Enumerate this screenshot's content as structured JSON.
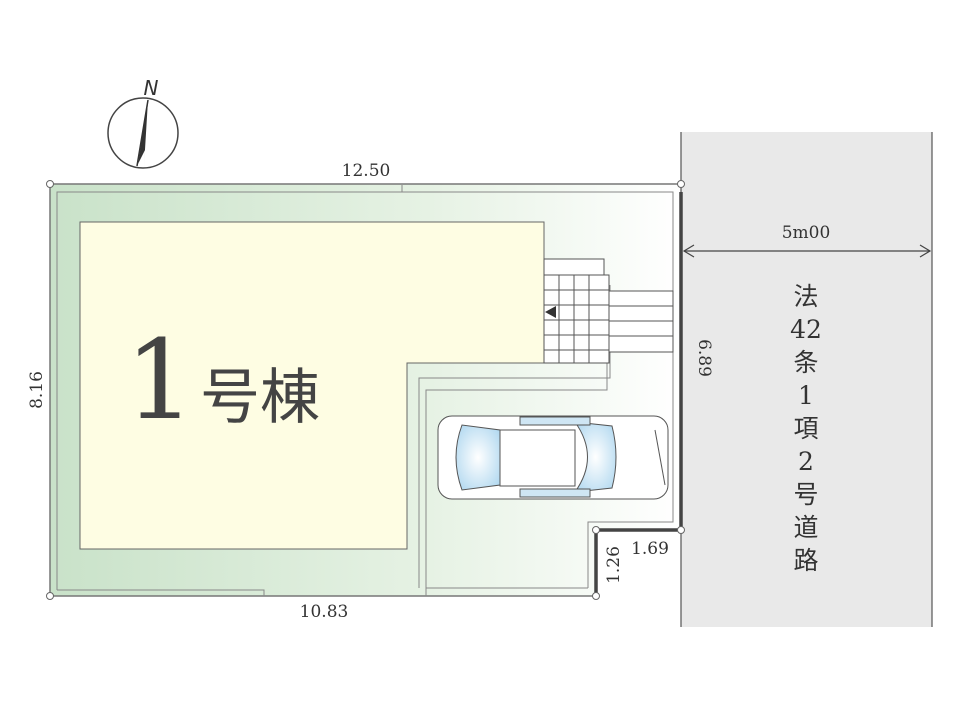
{
  "compass": {
    "label": "N"
  },
  "building": {
    "number": "1",
    "label": "号棟"
  },
  "dimensions": {
    "top": "12.50",
    "left": "8.16",
    "bottom": "10.83",
    "right": "6.89",
    "notch_horizontal": "1.69",
    "notch_vertical": "1.26",
    "road_width": "5m00"
  },
  "road": {
    "chars": [
      "法",
      "42",
      "条",
      "1",
      "項",
      "2",
      "号",
      "道",
      "路"
    ]
  },
  "colors": {
    "lot_green": "#cfe4cf",
    "house": "#fefde3",
    "road": "#e9e9e9",
    "car_glass": "#b9dcf0"
  }
}
